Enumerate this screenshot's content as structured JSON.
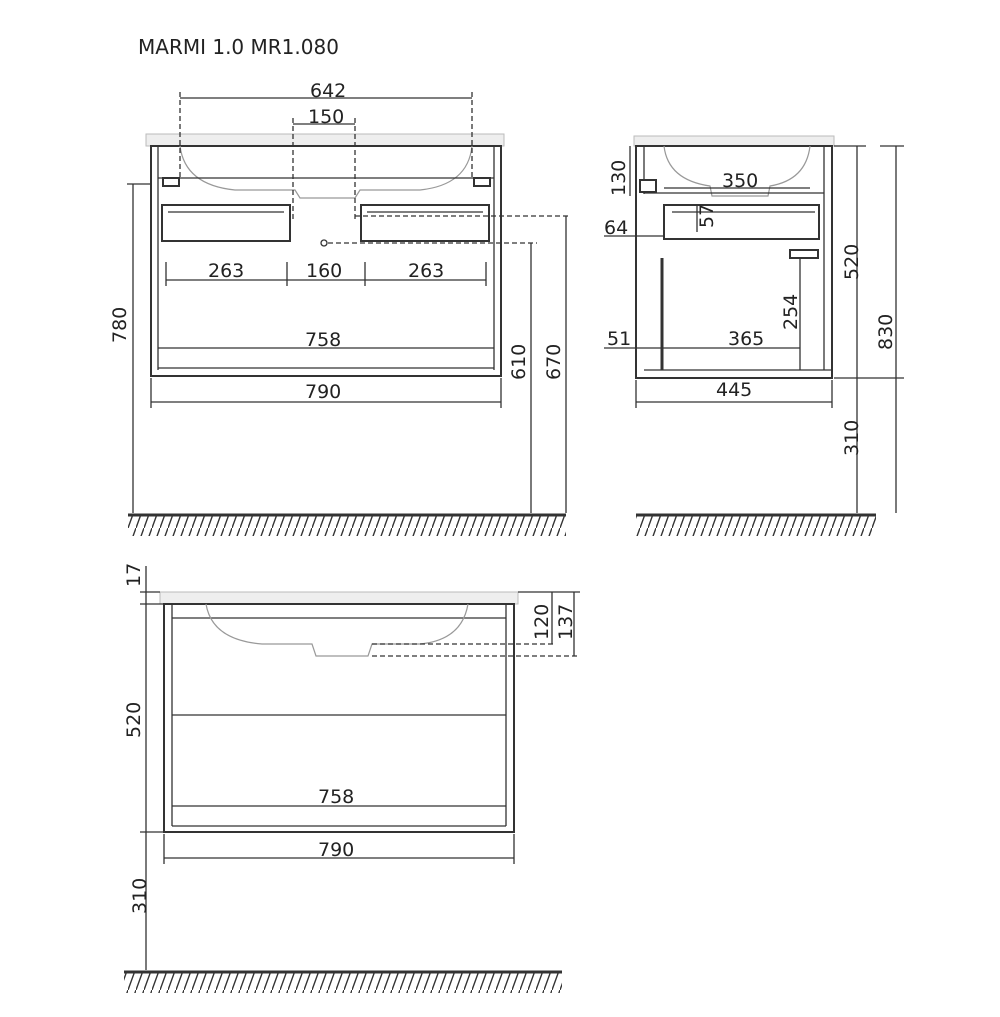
{
  "title": "MARMI 1.0 MR1.080",
  "front_view": {
    "dims": {
      "bowl_width": "642",
      "drain_width": "150",
      "side_gap_left": "263",
      "center_gap": "160",
      "side_gap_right": "263",
      "inner_width": "758",
      "outer_width": "790",
      "total_height": "780",
      "drain_height": "610",
      "siphon_height": "670"
    }
  },
  "side_view": {
    "dims": {
      "top_height": "130",
      "bowl_depth": "350",
      "drawer_gap": "64",
      "drawer_panel": "57",
      "body_height": "520",
      "siphon_rise": "254",
      "total_height": "830",
      "back_offset": "51",
      "inner_depth": "365",
      "outer_depth": "445",
      "leg_height": "310"
    }
  },
  "bottom_view": {
    "dims": {
      "top_thickness": "17",
      "drain_offset": "120",
      "drain_total": "137",
      "body_height": "520",
      "inner_width": "758",
      "outer_width": "790",
      "leg_height": "310"
    }
  }
}
